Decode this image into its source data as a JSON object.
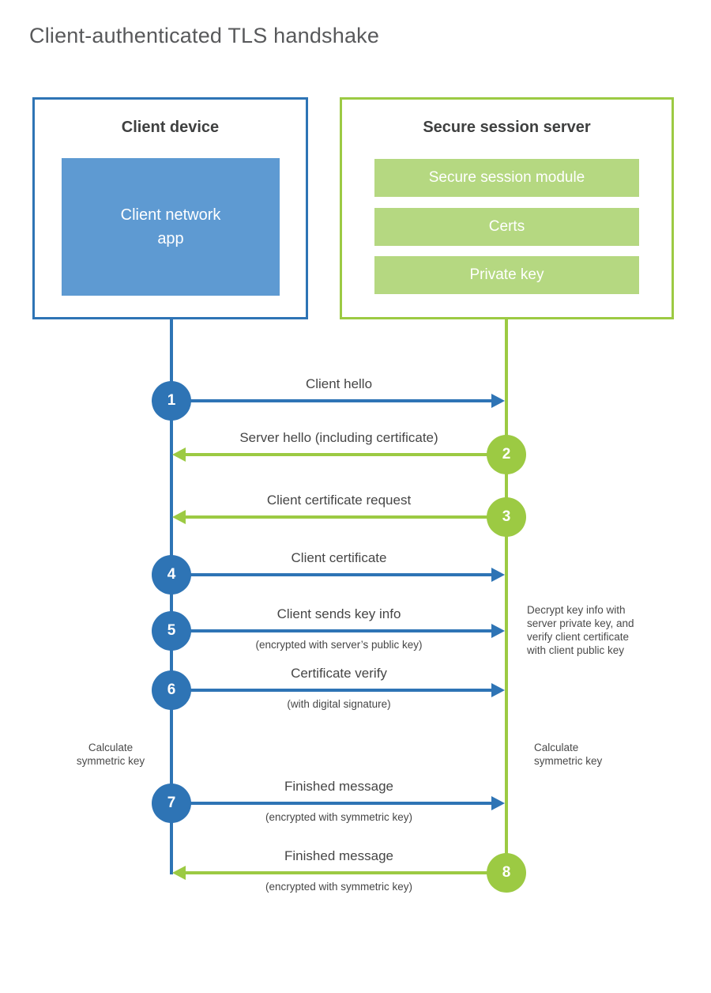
{
  "title": "Client-authenticated TLS handshake",
  "client": {
    "title": "Client device",
    "app_label": "Client network\napp"
  },
  "server": {
    "title": "Secure session server",
    "modules": [
      "Secure session module",
      "Certs",
      "Private key"
    ]
  },
  "steps": [
    {
      "num": "1",
      "label": "Client hello",
      "sub": "",
      "direction": "client-to-server"
    },
    {
      "num": "2",
      "label": "Server hello (including certificate)",
      "sub": "",
      "direction": "server-to-client"
    },
    {
      "num": "3",
      "label": "Client certificate request",
      "sub": "",
      "direction": "server-to-client"
    },
    {
      "num": "4",
      "label": "Client certificate",
      "sub": "",
      "direction": "client-to-server"
    },
    {
      "num": "5",
      "label": "Client sends key info",
      "sub": "(encrypted with server’s public key)",
      "direction": "client-to-server"
    },
    {
      "num": "6",
      "label": "Certificate verify",
      "sub": "(with digital signature)",
      "direction": "client-to-server"
    },
    {
      "num": "7",
      "label": "Finished message",
      "sub": "(encrypted with symmetric key)",
      "direction": "client-to-server"
    },
    {
      "num": "8",
      "label": "Finished message",
      "sub": "(encrypted with symmetric key)",
      "direction": "server-to-client"
    }
  ],
  "annotations": {
    "decrypt_note": "Decrypt key info with\nserver private key, and\nverify client certificate\nwith client public key",
    "calc_left": "Calculate\nsymmetric key",
    "calc_right": "Calculate\nsymmetric key"
  },
  "colors": {
    "blue_stroke": "#2E74B5",
    "blue_fill": "#5E9AD2",
    "green_stroke": "#9CCA43",
    "green_fill": "#B5D881",
    "heading_text": "#58595B",
    "label_text": "#464646"
  }
}
